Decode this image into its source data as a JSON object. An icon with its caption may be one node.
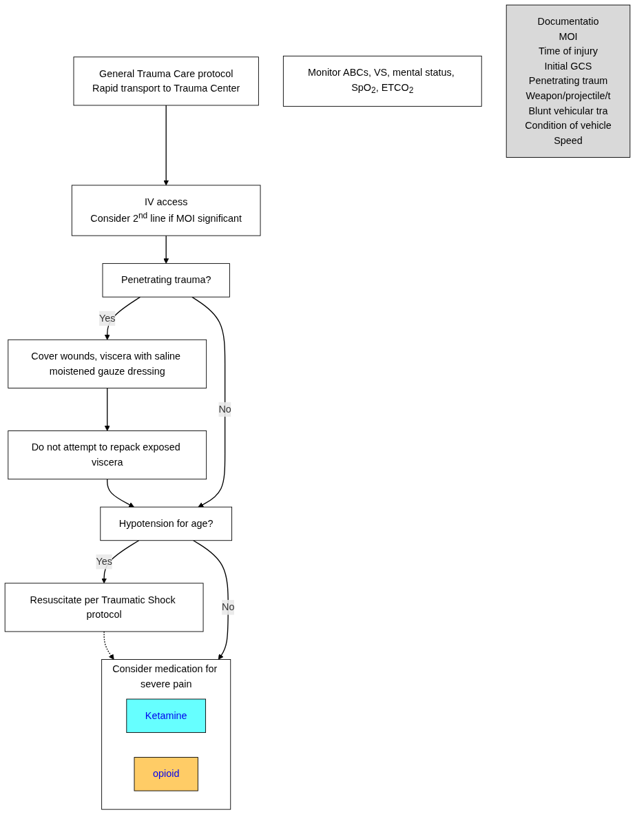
{
  "diagram": {
    "nodes": [
      {
        "text": [
          "General Trauma Care protocol",
          "Rapid transport to Trauma Center"
        ]
      },
      {
        "text": [
          "IV access",
          "Consider 2$^{nd}$ line if MOI significant"
        ]
      },
      {
        "text": [
          "Penetrating trauma?"
        ]
      },
      {
        "text": [
          "Cover wounds, viscera with saline moistened gauze dressing"
        ]
      },
      {
        "text": [
          "Do not attempt to repack exposed viscera"
        ]
      },
      {
        "text": [
          "Hypotension for age?"
        ]
      },
      {
        "text": [
          "Resuscitate per Traumatic Shock protocol"
        ]
      },
      {
        "text": [
          "Consider medication for severe pain"
        ]
      },
      {
        "text": [
          "Ketamine"
        ],
        "in": 7
      },
      {
        "text": [
          "opioid"
        ],
        "in": 7
      },
      {
        "text": [
          "Monitor ABCs, VS, mental status, SpO$_{2}$, ETCO$_{2}$"
        ]
      },
      {
        "text": [
          "Documentatio",
          "MOI",
          "Time of injury",
          "Initial GCS",
          "Penetrating traum",
          "Weapon/projectile/t",
          "Blunt vehicular tra",
          "Condition of vehicle",
          "Speed"
        ]
      }
    ],
    "edges": [
      {
        "from": 0,
        "to": 1,
        "arrow": "to"
      },
      {
        "from": 1,
        "to": 2,
        "arrow": "to"
      },
      {
        "from": 2,
        "to": 3,
        "arrow": "to",
        "label": "Yes"
      },
      {
        "from": 3,
        "to": 4,
        "arrow": "to"
      },
      {
        "from": 4,
        "to": 5,
        "arrow": "to"
      },
      {
        "from": 2,
        "to": 5,
        "arrow": "to",
        "label": "No"
      },
      {
        "from": 5,
        "to": 6,
        "arrow": "to",
        "label": "Yes"
      },
      {
        "from": 6,
        "to": 7,
        "arrow": "to",
        "style": "dashed"
      },
      {
        "from": 5,
        "to": 7,
        "arrow": "to",
        "label": "No"
      }
    ]
  }
}
